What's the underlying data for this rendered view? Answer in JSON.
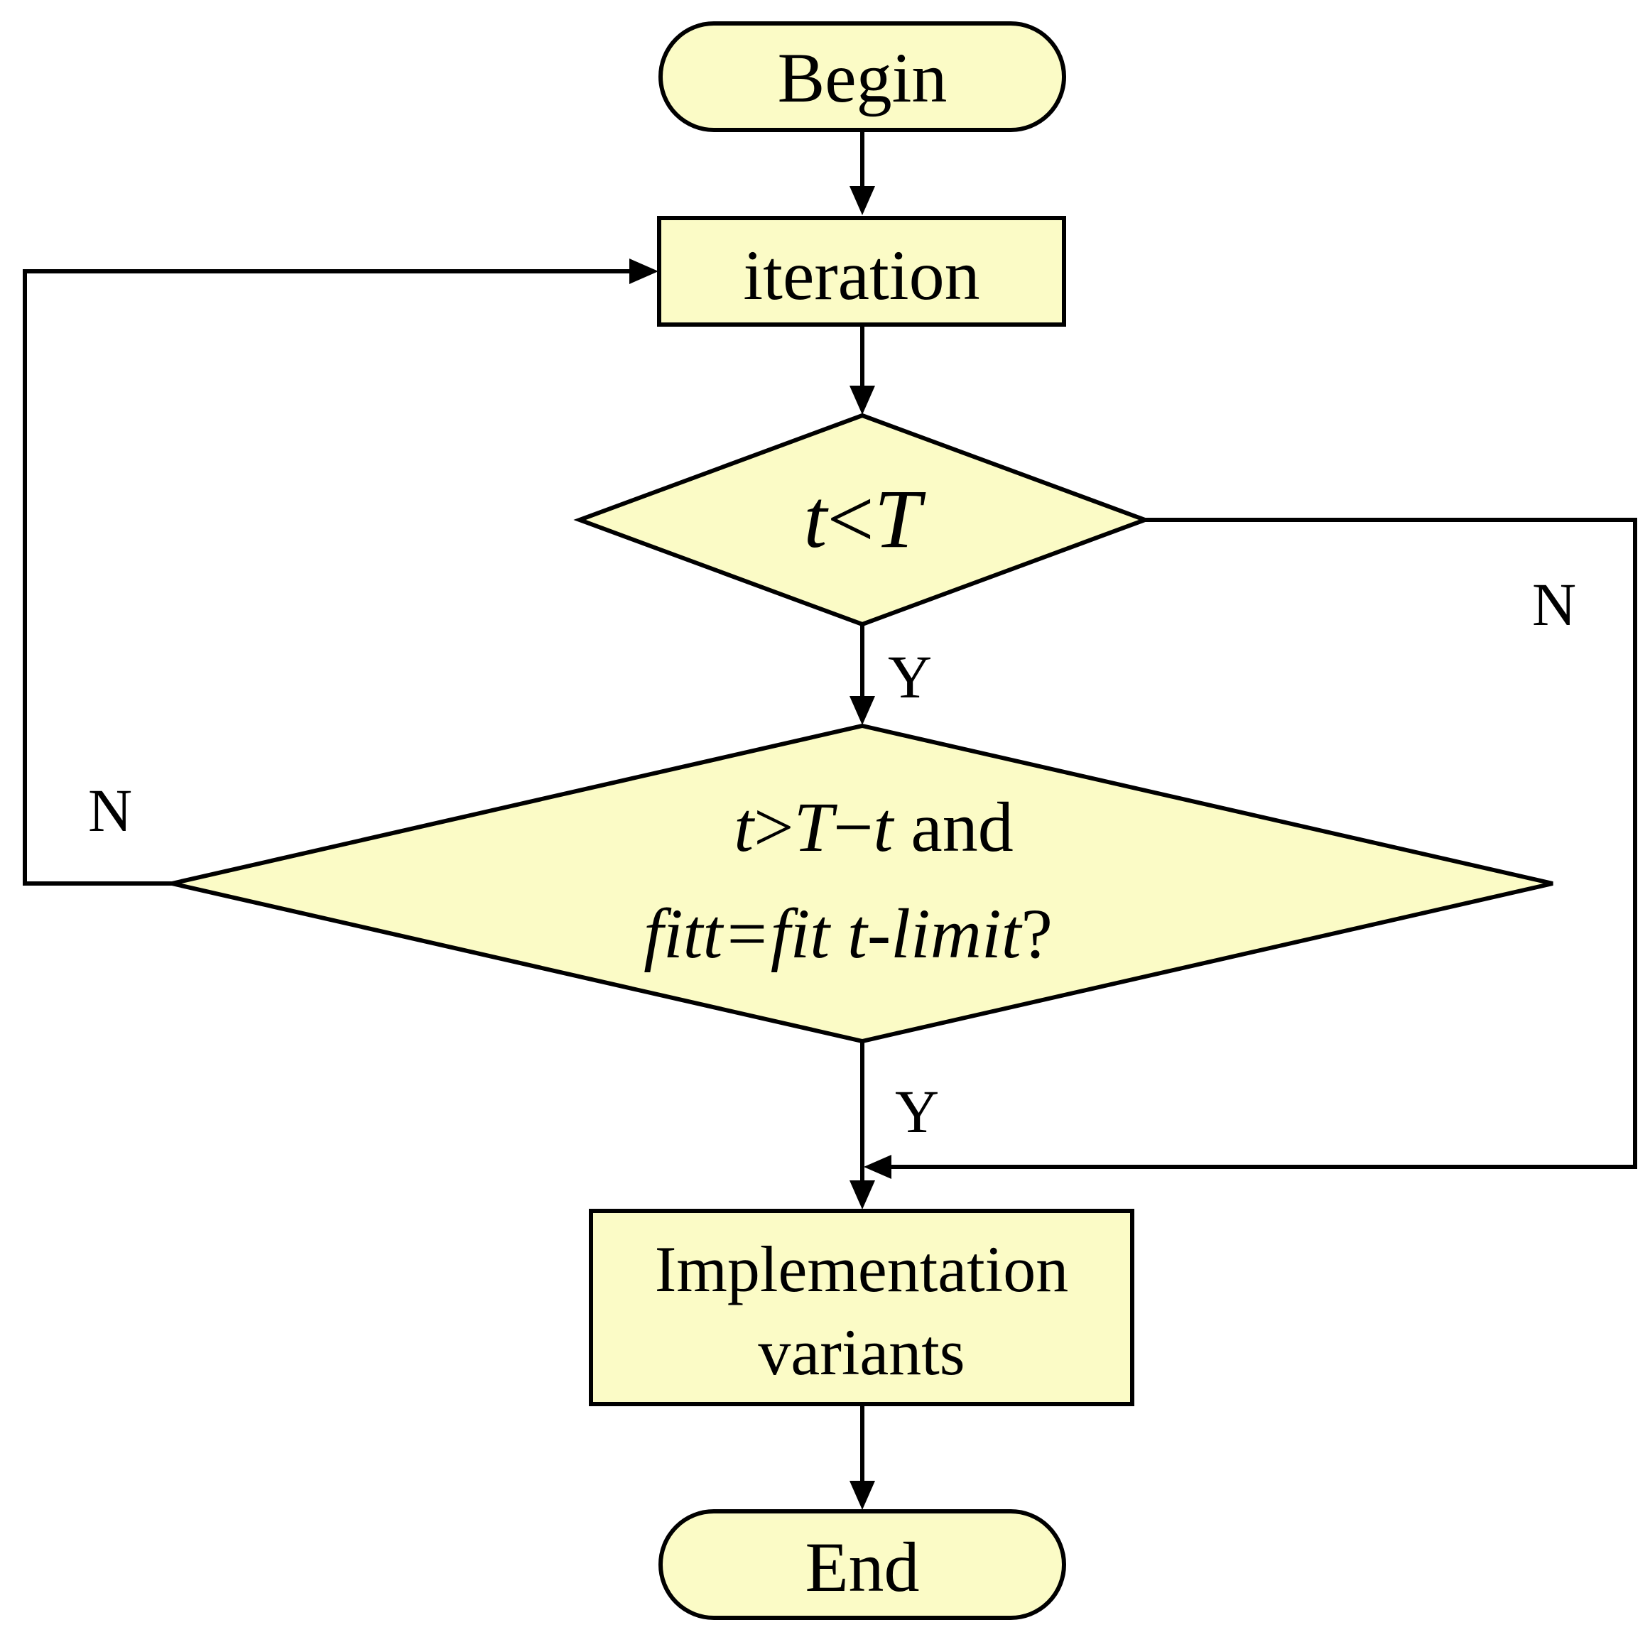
{
  "nodes": {
    "begin": {
      "label": "Begin"
    },
    "iteration": {
      "label": "iteration"
    },
    "decision1": {
      "label_t": "t",
      "label_op": "<",
      "label_T": "T"
    },
    "decision2": {
      "line1_t": "t",
      "line1_op": ">",
      "line1_T": "T",
      "line1_minus": "−",
      "line1_t2": "t",
      "line1_and": " and",
      "line2_expr": "fitt=fit t-limit",
      "line2_q": "?"
    },
    "implementation": {
      "line1": "Implementation",
      "line2": "variants"
    },
    "end": {
      "label": "End"
    }
  },
  "edge_labels": {
    "d1_yes": "Y",
    "d1_no": "N",
    "d2_yes": "Y",
    "d2_no": "N"
  }
}
